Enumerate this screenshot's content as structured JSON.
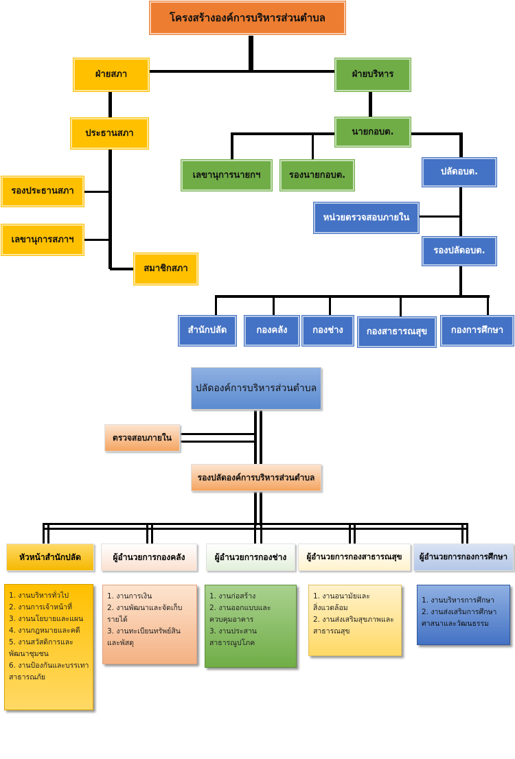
{
  "top_chart": {
    "title": "โครงสร้างองค์การบริหารส่วนตำบล",
    "council": {
      "head": "ฝ่ายสภา",
      "chairman": "ประธานสภา",
      "vice_chairman": "รองประธานสภา",
      "secretary": "เลขานุการสภาฯ",
      "member": "สมาชิกสภา"
    },
    "executive": {
      "head": "ฝ่ายบริหาร",
      "mayor": "นายกอบต.",
      "mayor_secretary": "เลขานุการนายกฯ",
      "deputy_mayor": "รองนายกอบต.",
      "palad": "ปลัดอบต.",
      "audit": "หน่วยตรวจสอบภายใน",
      "deputy_palad": "รองปลัดอบต.",
      "divisions": [
        "สำนักปลัด",
        "กองคลัง",
        "กองช่าง",
        "กองสาธารณสุข",
        "กองการศึกษา"
      ]
    }
  },
  "bottom_chart": {
    "head": "ปลัดองค์การบริหารส่วนตำบล",
    "audit": "ตรวจสอบภายใน",
    "deputy": "รองปลัดองค์การบริหารส่วนตำบล",
    "units": [
      {
        "title": "หัวหน้าสำนักปลัด",
        "items": [
          "1. งานบริหารทั่วไป",
          "2. งานการเจ้าหน้าที่",
          "3. งานนโยบายและแผน",
          "4. งานกฎหมายและคดี",
          "5. งานสวัสดิการและ",
          "พัฒนาชุมชน",
          "6. งานป้องกันและบรรเทา",
          "สาธารณภัย"
        ]
      },
      {
        "title": "ผู้อำนวยการกองคลัง",
        "items": [
          "1. งานการเงิน",
          "2. งานพัฒนาและจัดเก็บ",
          "รายได้",
          "3. งานทะเบียนทรัพย์สิน",
          "และพัสดุ"
        ]
      },
      {
        "title": "ผู้อำนวยการกองช่าง",
        "items": [
          "1. งานก่อสร้าง",
          "2. งานออกแบบและ",
          "ควบคุมอาคาร",
          "3. งานประสาน",
          "สาธารณูปโภค"
        ]
      },
      {
        "title": "ผู้อำนวยการกองสาธารณสุข",
        "items": [
          "1. งานอนามัยและ",
          "สิ่งแวดล้อม",
          "2. งานส่งเสริมสุขภาพและ",
          "สาธารณสุข"
        ]
      },
      {
        "title": "ผู้อำนวยการกองการศึกษา",
        "items": [
          "1. งานบริหารการศึกษา",
          "2. งานส่งเสริมการศึกษา",
          "ศาสนาและวัฒนธรรม"
        ]
      }
    ]
  }
}
